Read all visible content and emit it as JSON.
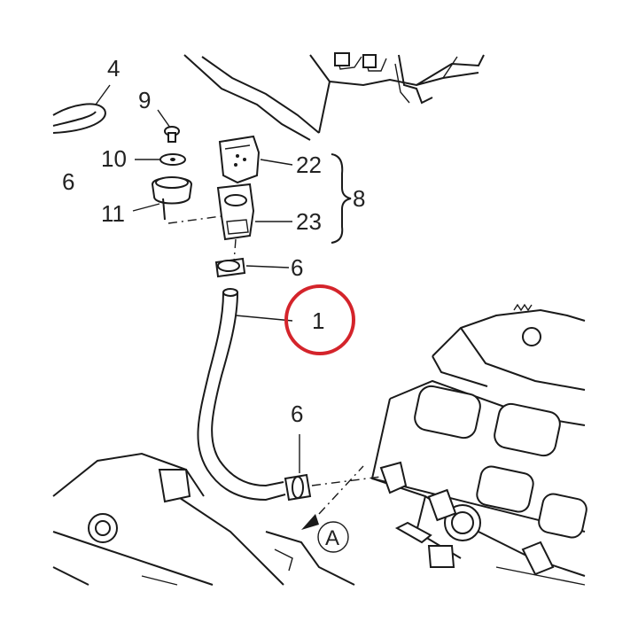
{
  "callouts": {
    "c1": "1",
    "c4": "4",
    "c6_left": "6",
    "c6_mid": "6",
    "c6_low": "6",
    "c8": "8",
    "c9": "9",
    "c10": "10",
    "c11": "11",
    "c22": "22",
    "c23": "23",
    "cA": "A"
  },
  "highlight": {
    "color": "#d4242b"
  },
  "colors": {
    "line": "#1a1a1a",
    "background": "#ffffff"
  }
}
